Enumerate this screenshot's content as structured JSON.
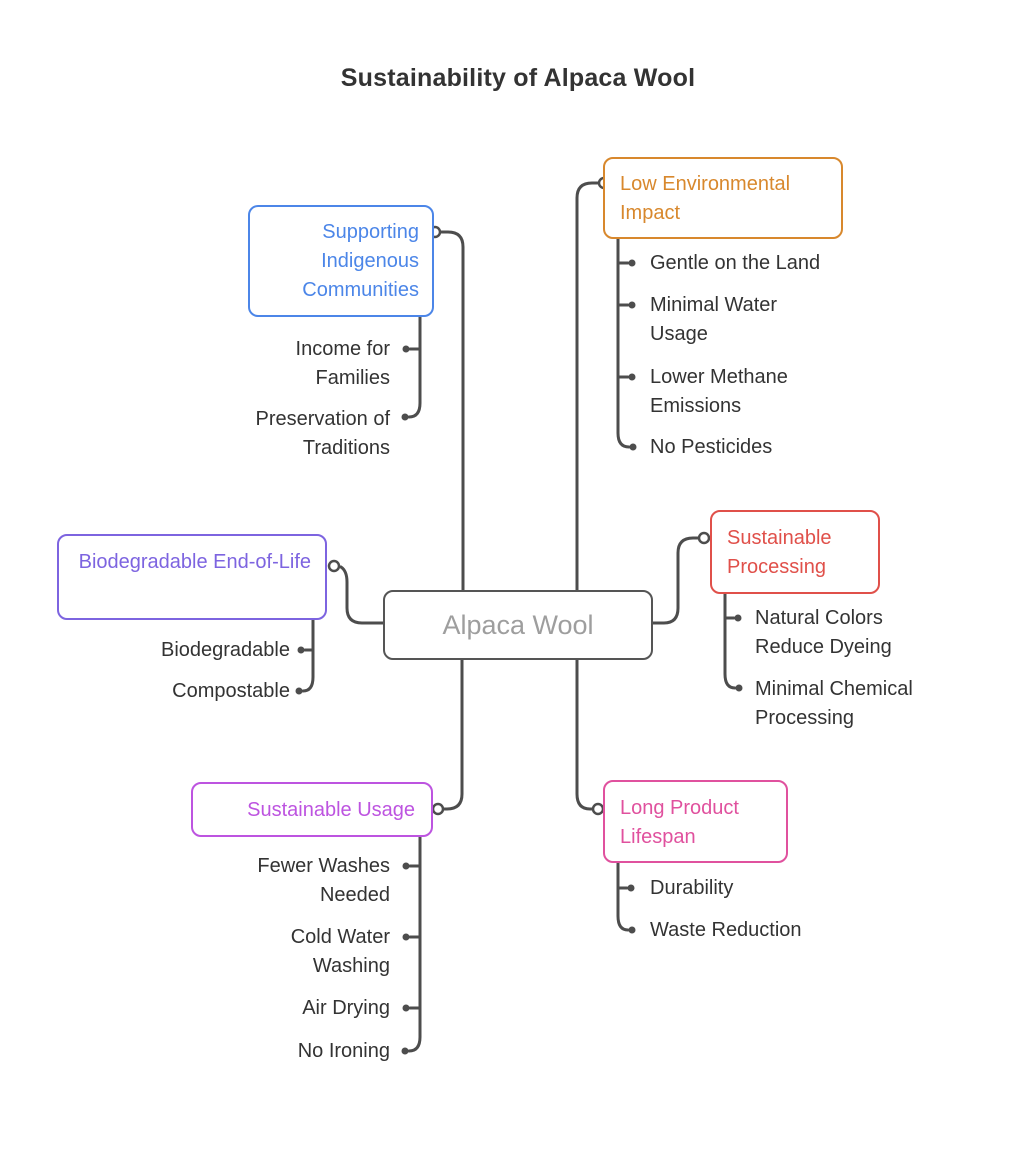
{
  "title": "Sustainability of Alpaca Wool",
  "colors": {
    "line": "#4d4d4d",
    "center_border": "#555555",
    "center_text": "#9e9e9e",
    "leaf_text": "#333333"
  },
  "center": {
    "label": "Alpaca Wool"
  },
  "branches": [
    {
      "label": "Supporting Indigenous Communities",
      "color": "#4c86e8",
      "side": "left",
      "children": [
        "Income for Families",
        "Preservation of Traditions"
      ]
    },
    {
      "label": "Low Environmental Impact",
      "color": "#d8882d",
      "side": "right",
      "children": [
        "Gentle on the Land",
        "Minimal Water Usage",
        "Lower Methane Emissions",
        "No Pesticides"
      ]
    },
    {
      "label": "Biodegradable End-of-Life",
      "color": "#7d64e0",
      "side": "left",
      "children": [
        "Biodegradable",
        "Compostable"
      ]
    },
    {
      "label": "Sustainable Processing",
      "color": "#e0504a",
      "side": "right",
      "children": [
        "Natural Colors Reduce Dyeing",
        "Minimal Chemical Processing"
      ]
    },
    {
      "label": "Sustainable Usage",
      "color": "#bd54e0",
      "side": "left",
      "children": [
        "Fewer Washes Needed",
        "Cold Water Washing",
        "Air Drying",
        "No Ironing"
      ]
    },
    {
      "label": "Long Product Lifespan",
      "color": "#e0519e",
      "side": "right",
      "children": [
        "Durability",
        "Waste Reduction"
      ]
    }
  ]
}
